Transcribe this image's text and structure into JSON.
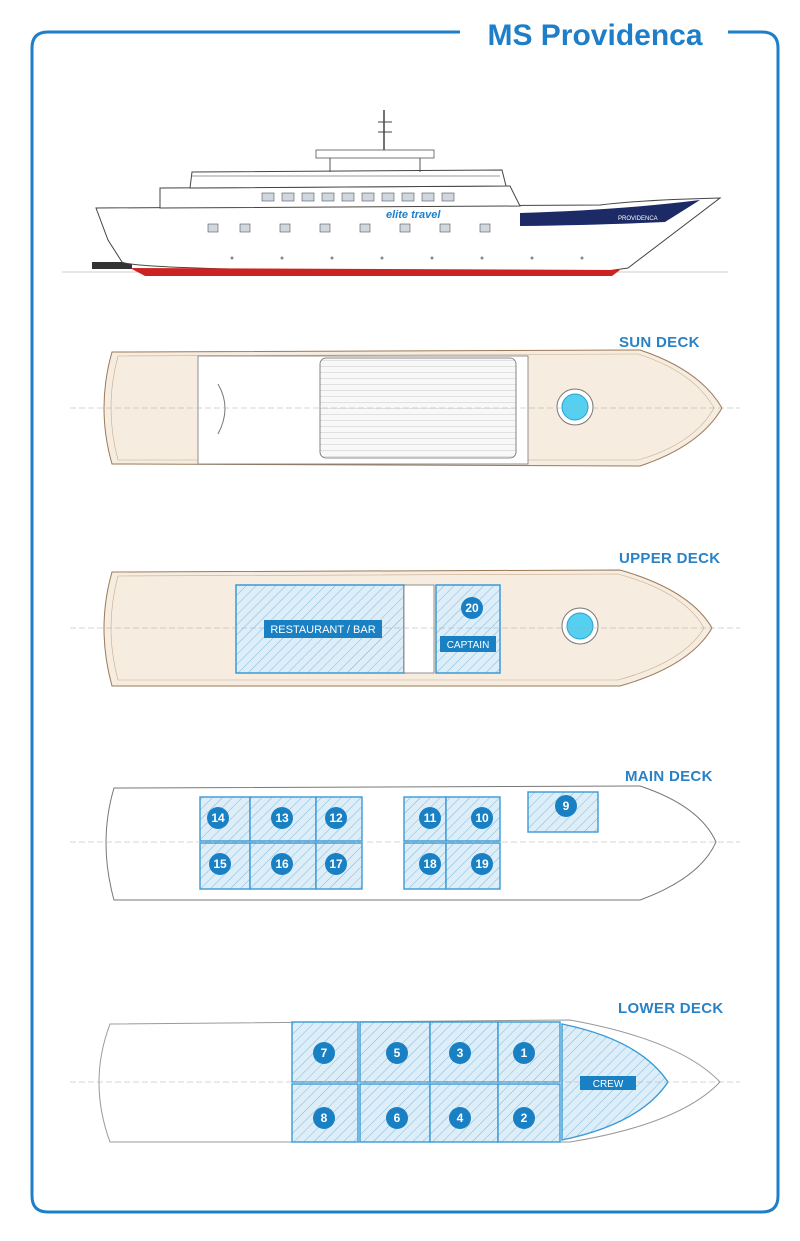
{
  "title": "MS Providenca",
  "brand": {
    "livery_text": "elite travel",
    "hull_name": "PROVIDENCA"
  },
  "decks": {
    "sun": {
      "label": "SUN DECK"
    },
    "upper": {
      "label": "UPPER DECK",
      "rooms": {
        "restaurant": "RESTAURANT / BAR",
        "captain": "CAPTAIN"
      },
      "cabins": [
        "20"
      ]
    },
    "main": {
      "label": "MAIN DECK",
      "cabins": [
        "14",
        "13",
        "12",
        "11",
        "10",
        "9",
        "15",
        "16",
        "17",
        "18",
        "19"
      ]
    },
    "lower": {
      "label": "LOWER DECK",
      "rooms": {
        "crew": "CREW"
      },
      "cabins": [
        "7",
        "5",
        "3",
        "1",
        "8",
        "6",
        "4",
        "2"
      ]
    }
  },
  "colors": {
    "accent": "#1e7fc8",
    "badge": "#1a80c4",
    "deck_wood": "#f6ecdf",
    "cabin_outline": "#3a9ad6",
    "hull_red": "#cc2222",
    "navy": "#1c2a66"
  }
}
